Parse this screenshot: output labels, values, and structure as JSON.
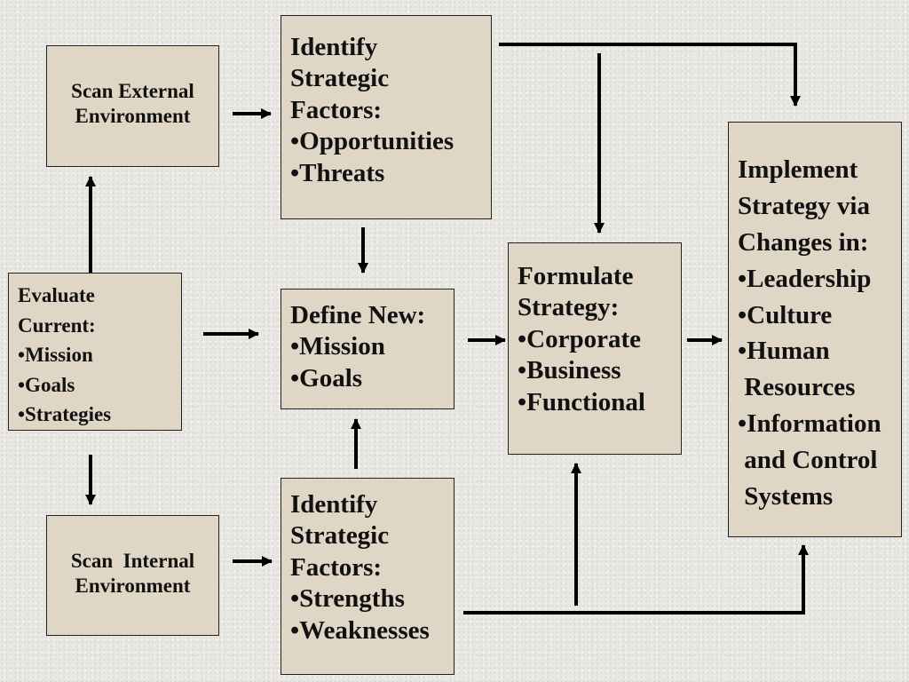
{
  "boxes": {
    "scan_external": [
      "Scan External",
      "Environment"
    ],
    "identify_external": [
      "Identify",
      "Strategic",
      "Factors:",
      "•Opportunities",
      "•Threats"
    ],
    "evaluate_current": [
      "Evaluate",
      "Current:",
      "•Mission",
      "•Goals",
      "•Strategies"
    ],
    "define_new": [
      "Define New:",
      "•Mission",
      "•Goals"
    ],
    "formulate": [
      "Formulate",
      "Strategy:",
      "•Corporate",
      "•Business",
      "•Functional"
    ],
    "implement": [
      "Implement",
      "Strategy via",
      "Changes  in:",
      "•Leadership",
      "•Culture",
      "•Human",
      " Resources",
      "•Information",
      " and Control",
      " Systems"
    ],
    "scan_internal": [
      "Scan  Internal",
      "Environment"
    ],
    "identify_internal": [
      "Identify",
      "Strategic",
      "Factors:",
      "•Strengths",
      "•Weaknesses"
    ]
  }
}
